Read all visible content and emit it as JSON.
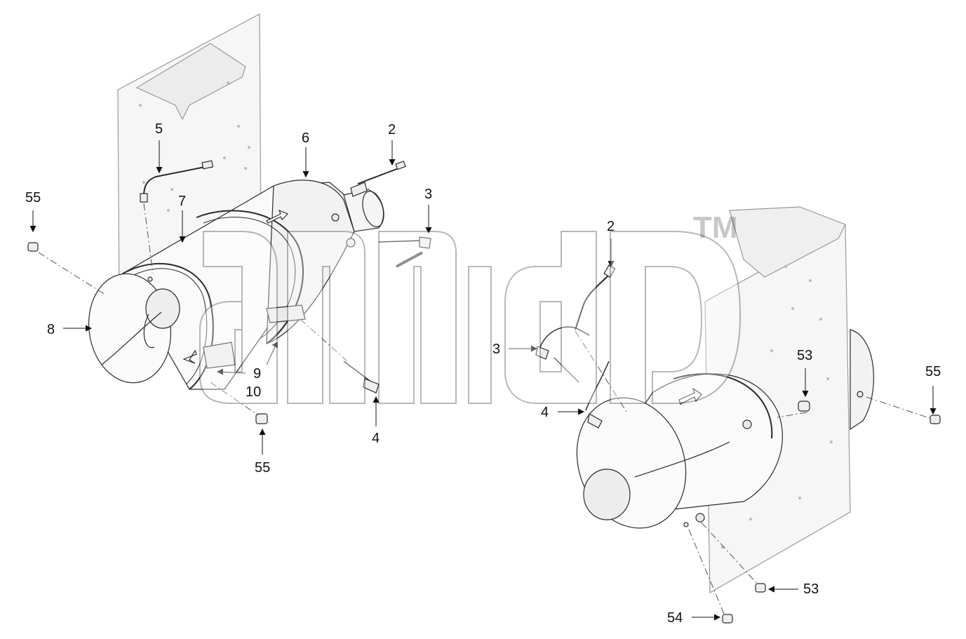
{
  "diagram": {
    "callouts": {
      "p55_left": "55",
      "p5": "5",
      "p7": "7",
      "p6": "6",
      "p2_left": "2",
      "p3_left": "3",
      "p8": "8",
      "p9": "9",
      "p10": "10",
      "p4_left": "4",
      "p55_bottom": "55",
      "p2_right": "2",
      "p3_right": "3",
      "p4_right": "4",
      "p53_top": "53",
      "p55_right": "55",
      "p53_bottom": "53",
      "p54": "54"
    },
    "watermark": {
      "mark": "TM"
    }
  },
  "colors": {
    "line": "#2a2a2a",
    "shade": "#d9d9d9",
    "panel": "#f3f3f3",
    "watermark": "#c8c8c8"
  }
}
